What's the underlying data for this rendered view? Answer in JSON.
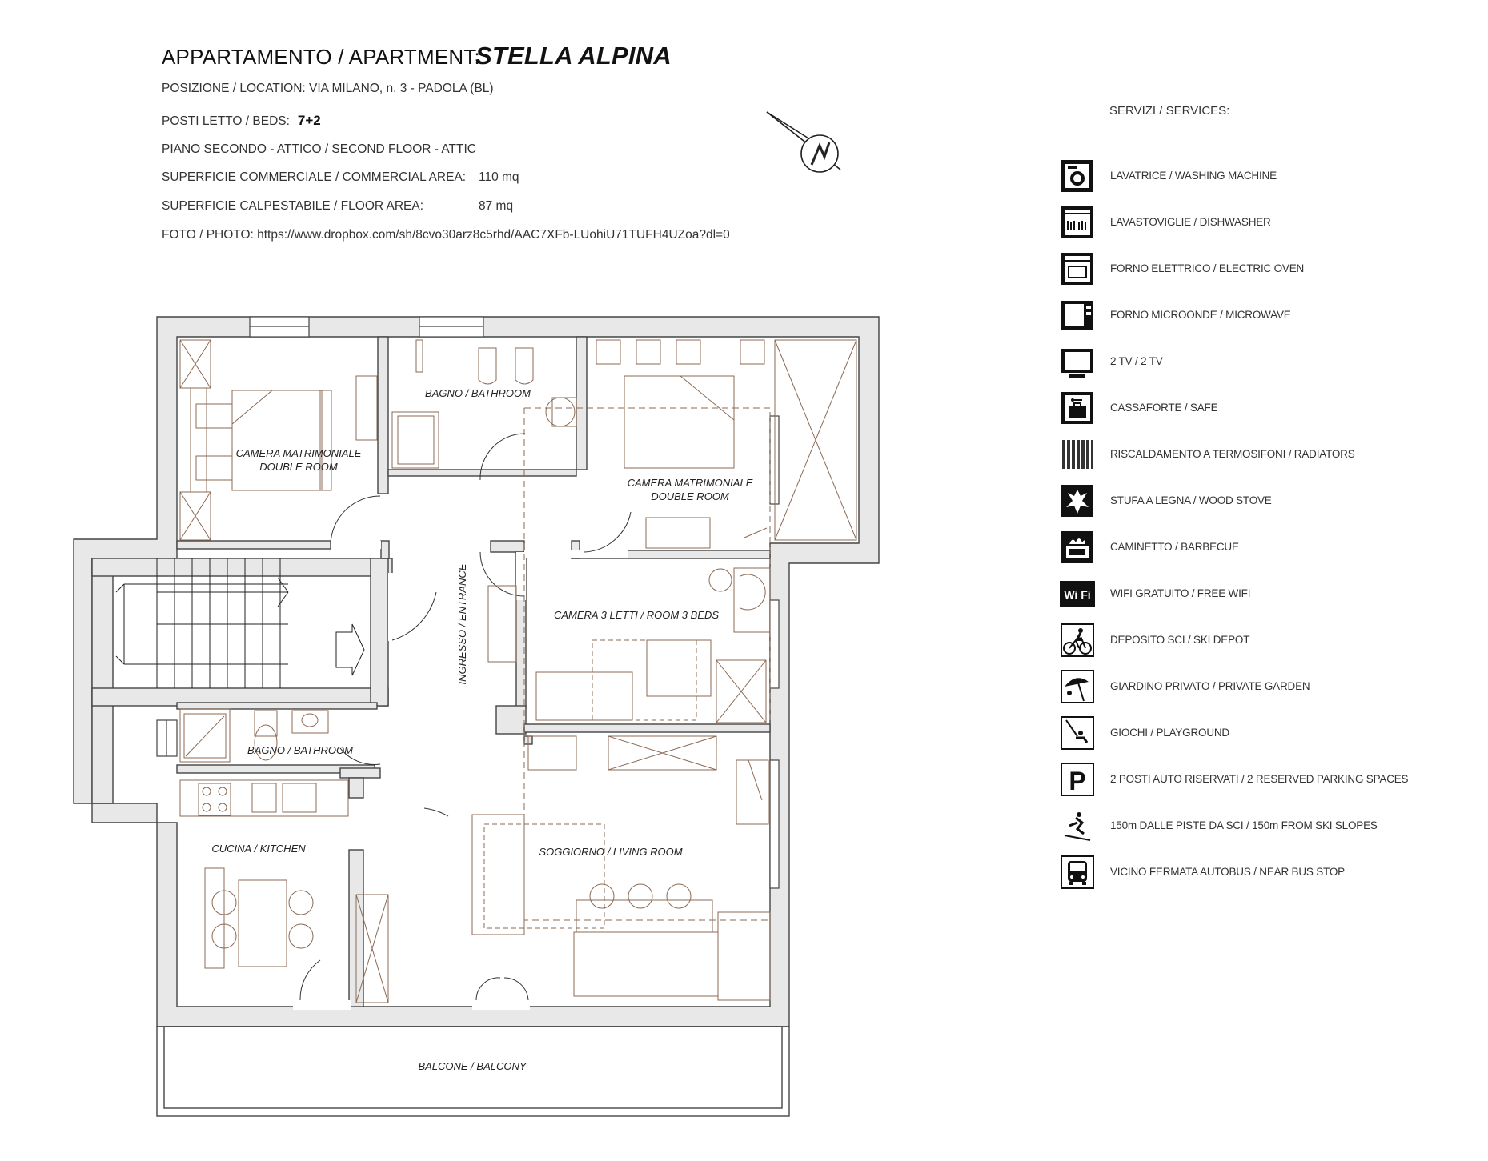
{
  "header": {
    "title_label": "APPARTAMENTO / APARTMENT:",
    "title_name": "STELLA ALPINA",
    "location": "POSIZIONE / LOCATION: VIA MILANO, n. 3 - PADOLA (BL)",
    "beds_label": "POSTI LETTO / BEDS:",
    "beds_value": "7+2",
    "floor": "PIANO SECONDO - ATTICO / SECOND FLOOR - ATTIC",
    "commercial_area_label": "SUPERFICIE COMMERCIALE / COMMERCIAL AREA:",
    "commercial_area_value": "110 mq",
    "floor_area_label": "SUPERFICIE CALPESTABILE / FLOOR AREA:",
    "floor_area_value": "87 mq",
    "photo": "FOTO / PHOTO: https://www.dropbox.com/sh/8cvo30arz8c5rhd/AAC7XFb-LUohiU71TUFH4UZoa?dl=0"
  },
  "rooms": {
    "double_room_1": [
      "CAMERA MATRIMONIALE",
      "DOUBLE ROOM"
    ],
    "bathroom_1": "BAGNO / BATHROOM",
    "double_room_2": [
      "CAMERA MATRIMONIALE",
      "DOUBLE ROOM"
    ],
    "entrance": "INGRESSO / ENTRANCE",
    "room_3_beds": "CAMERA 3 LETTI / ROOM 3 BEDS",
    "bathroom_2": "BAGNO / BATHROOM",
    "kitchen": "CUCINA / KITCHEN",
    "living_room": "SOGGIORNO / LIVING ROOM",
    "balcony": "BALCONE / BALCONY"
  },
  "services": {
    "title": "SERVIZI / SERVICES:",
    "items": [
      {
        "icon": "washing-machine-icon",
        "label": "LAVATRICE / WASHING MACHINE"
      },
      {
        "icon": "dishwasher-icon",
        "label": "LAVASTOVIGLIE / DISHWASHER"
      },
      {
        "icon": "oven-icon",
        "label": "FORNO ELETTRICO / ELECTRIC OVEN"
      },
      {
        "icon": "microwave-icon",
        "label": "FORNO MICROONDE / MICROWAVE"
      },
      {
        "icon": "tv-icon",
        "label": "2 TV / 2 TV"
      },
      {
        "icon": "safe-icon",
        "label": "CASSAFORTE / SAFE"
      },
      {
        "icon": "radiator-icon",
        "label": "RISCALDAMENTO A TERMOSIFONI / RADIATORS"
      },
      {
        "icon": "wood-stove-icon",
        "label": "STUFA A LEGNA / WOOD STOVE"
      },
      {
        "icon": "barbecue-icon",
        "label": "CAMINETTO / BARBECUE"
      },
      {
        "icon": "wifi-icon",
        "label": "WIFI GRATUITO / FREE WIFI",
        "text": "Wi Fi"
      },
      {
        "icon": "bicycle-icon",
        "label": "DEPOSITO SCI / SKI DEPOT"
      },
      {
        "icon": "umbrella-icon",
        "label": "GIARDINO PRIVATO / PRIVATE GARDEN"
      },
      {
        "icon": "swing-icon",
        "label": "GIOCHI / PLAYGROUND"
      },
      {
        "icon": "parking-icon",
        "label": "2 POSTI AUTO RISERVATI / 2 RESERVED PARKING SPACES",
        "text": "P"
      },
      {
        "icon": "skier-icon",
        "label": "150m DALLE PISTE DA SCI / 150m FROM SKI SLOPES"
      },
      {
        "icon": "bus-icon",
        "label": "VICINO FERMATA AUTOBUS / NEAR BUS STOP"
      }
    ]
  }
}
